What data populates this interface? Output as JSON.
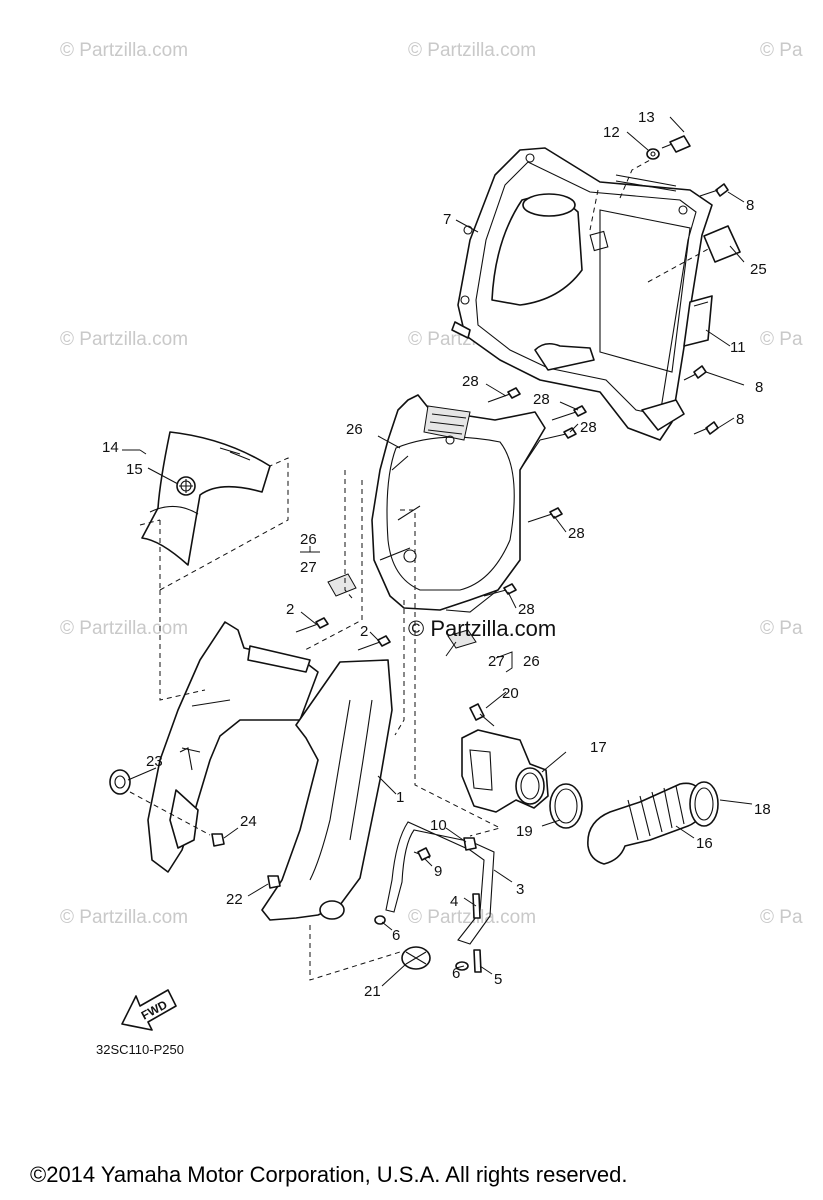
{
  "watermarks": [
    {
      "text": "© Partzilla.com",
      "row": 1,
      "col": 1
    },
    {
      "text": "© Partzilla.com",
      "row": 1,
      "col": 2
    },
    {
      "text": "© Pa",
      "row": 1,
      "col": 3
    },
    {
      "text": "© Partzilla.com",
      "row": 2,
      "col": 1
    },
    {
      "text": "© Partzilla.com",
      "row": 2,
      "col": 2
    },
    {
      "text": "© Pa",
      "row": 2,
      "col": 3
    },
    {
      "text": "© Partzilla.com",
      "row": 3,
      "col": 1
    },
    {
      "text": "© Pa",
      "row": 3,
      "col": 3
    },
    {
      "text": "© Partzilla.com",
      "row": 4,
      "col": 1
    },
    {
      "text": "© Partzilla.com",
      "row": 4,
      "col": 2
    },
    {
      "text": "© Pa",
      "row": 4,
      "col": 3
    }
  ],
  "center_watermark": "© Partzilla.com",
  "callouts": {
    "c1": "1",
    "c2a": "2",
    "c2b": "2",
    "c3": "3",
    "c4": "4",
    "c5": "5",
    "c6a": "6",
    "c6b": "6",
    "c7": "7",
    "c8a": "8",
    "c8b": "8",
    "c8c": "8",
    "c9": "9",
    "c10": "10",
    "c11": "11",
    "c12": "12",
    "c13": "13",
    "c14": "14",
    "c15": "15",
    "c16": "16",
    "c17": "17",
    "c18": "18",
    "c19": "19",
    "c20": "20",
    "c21": "21",
    "c22": "22",
    "c23": "23",
    "c24": "24",
    "c25": "25",
    "c26a": "26",
    "c26b": "26",
    "c26c": "26",
    "c27a": "27",
    "c27b": "27",
    "c28a": "28",
    "c28b": "28",
    "c28c": "28",
    "c28d": "28",
    "c28e": "28"
  },
  "fwd_label": "FWD",
  "diagram_code": "32SC110-P250",
  "copyright": "©2014  Yamaha Motor Corporation, U.S.A. All rights reserved."
}
